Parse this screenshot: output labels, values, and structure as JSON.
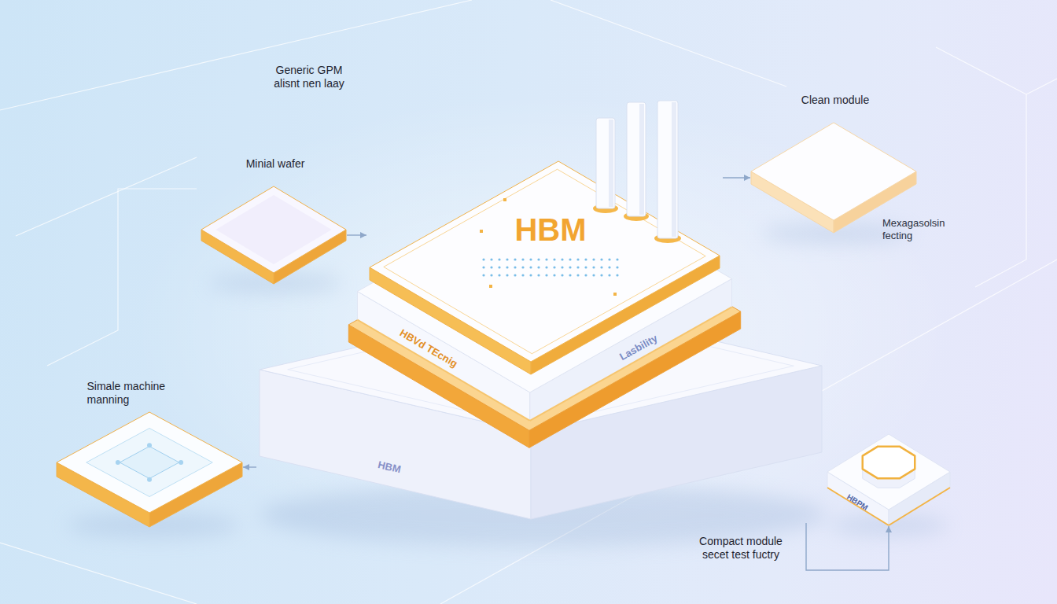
{
  "diagram": {
    "nodes": [
      {
        "text": [
          "HBM"
        ]
      },
      {
        "text": [
          "HBVd TEcnig",
          "Lasbility"
        ]
      },
      {
        "text": [
          "HBM"
        ]
      },
      {
        "text": [
          "Minial wafer"
        ]
      },
      {
        "text": [
          "Clean module"
        ]
      },
      {
        "text": [
          "Simale machine manning"
        ]
      },
      {
        "text": [
          "HBPM",
          "Compact module secet test fuctry"
        ]
      }
    ],
    "edges": [
      {
        "from": 3,
        "to": 2,
        "arrow": "to"
      },
      {
        "from": 2,
        "to": 4,
        "arrow": "to"
      },
      {
        "from": 0,
        "to": 5,
        "arrow": "to"
      },
      {
        "from": 0,
        "to": 6,
        "arrow": "to"
      }
    ],
    "labels": [
      "Generic GPM alisnt nen laay",
      "Mexagasolsin fecting"
    ]
  }
}
